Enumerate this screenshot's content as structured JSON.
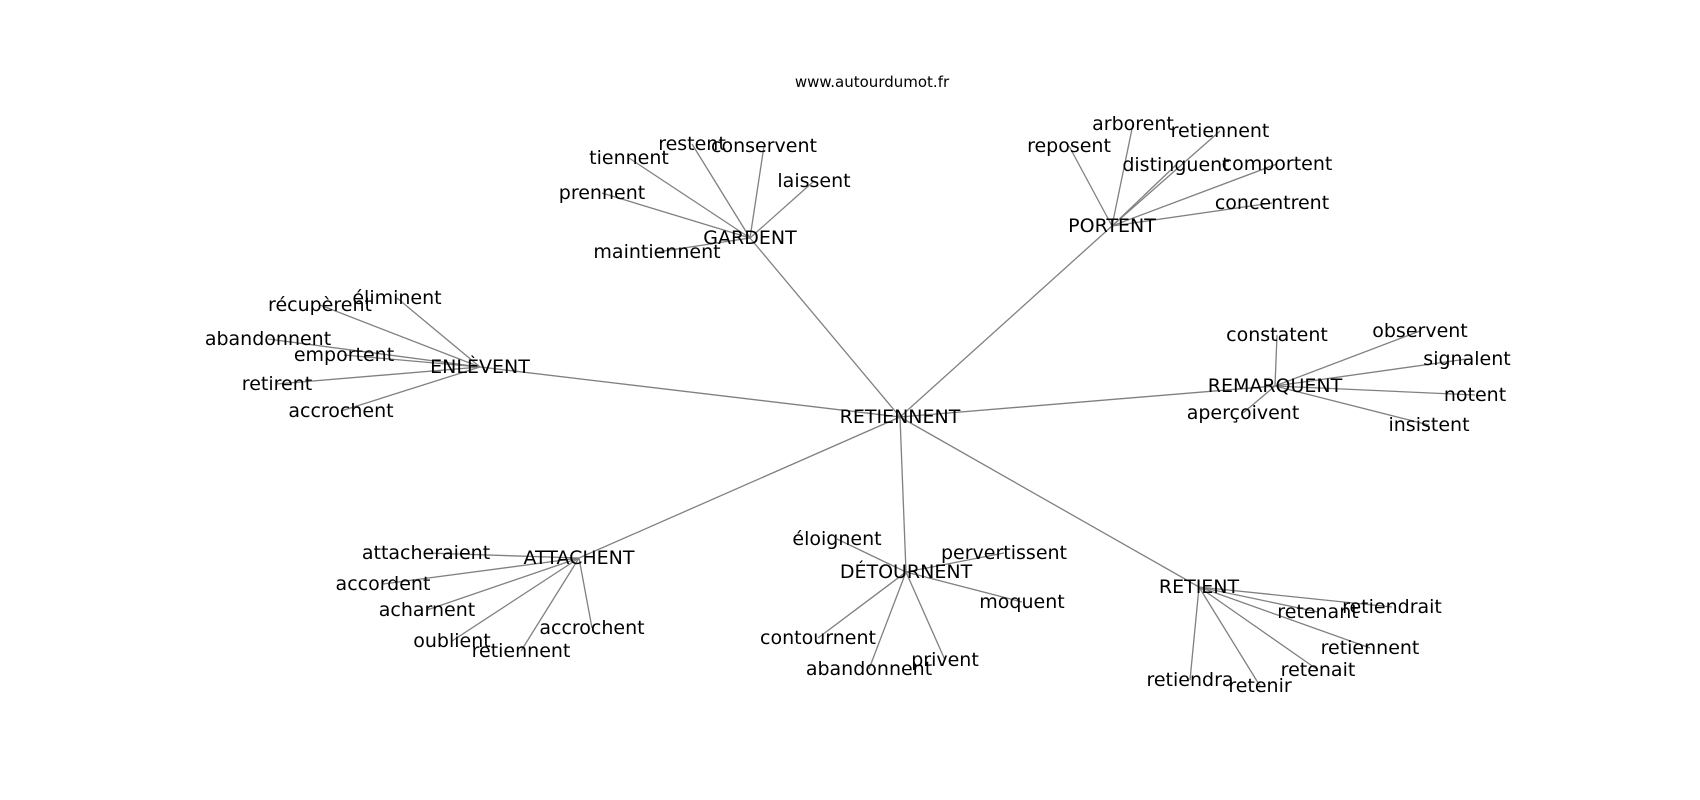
{
  "site": "www.autourdumot.fr",
  "center": "RETIENNENT",
  "clusters": [
    {
      "label": "GARDENT",
      "words": [
        "restent",
        "conservent",
        "tiennent",
        "laissent",
        "prennent",
        "maintiennent"
      ]
    },
    {
      "label": "PORTENT",
      "words": [
        "arborent",
        "retiennent",
        "reposent",
        "distinguent",
        "comportent",
        "concentrent"
      ]
    },
    {
      "label": "ENLÈVENT",
      "words": [
        "éliminent",
        "récupèrent",
        "abandonnent",
        "emportent",
        "retirent",
        "accrochent"
      ]
    },
    {
      "label": "REMARQUENT",
      "words": [
        "constatent",
        "observent",
        "signalent",
        "notent",
        "aperçoivent",
        "insistent"
      ]
    },
    {
      "label": "ATTACHENT",
      "words": [
        "attacheraient",
        "accordent",
        "acharnent",
        "accrochent",
        "oublient",
        "retiennent"
      ]
    },
    {
      "label": "DÉTOURNENT",
      "words": [
        "éloignent",
        "pervertissent",
        "moquent",
        "contournent",
        "privent",
        "abandonnent"
      ]
    },
    {
      "label": "RETIENT",
      "words": [
        "retenant",
        "retiendrait",
        "retiennent",
        "retenait",
        "retiendra",
        "retenir"
      ]
    }
  ],
  "colors": {
    "edge": "#808080",
    "text": "#000000",
    "background": "#ffffff"
  }
}
